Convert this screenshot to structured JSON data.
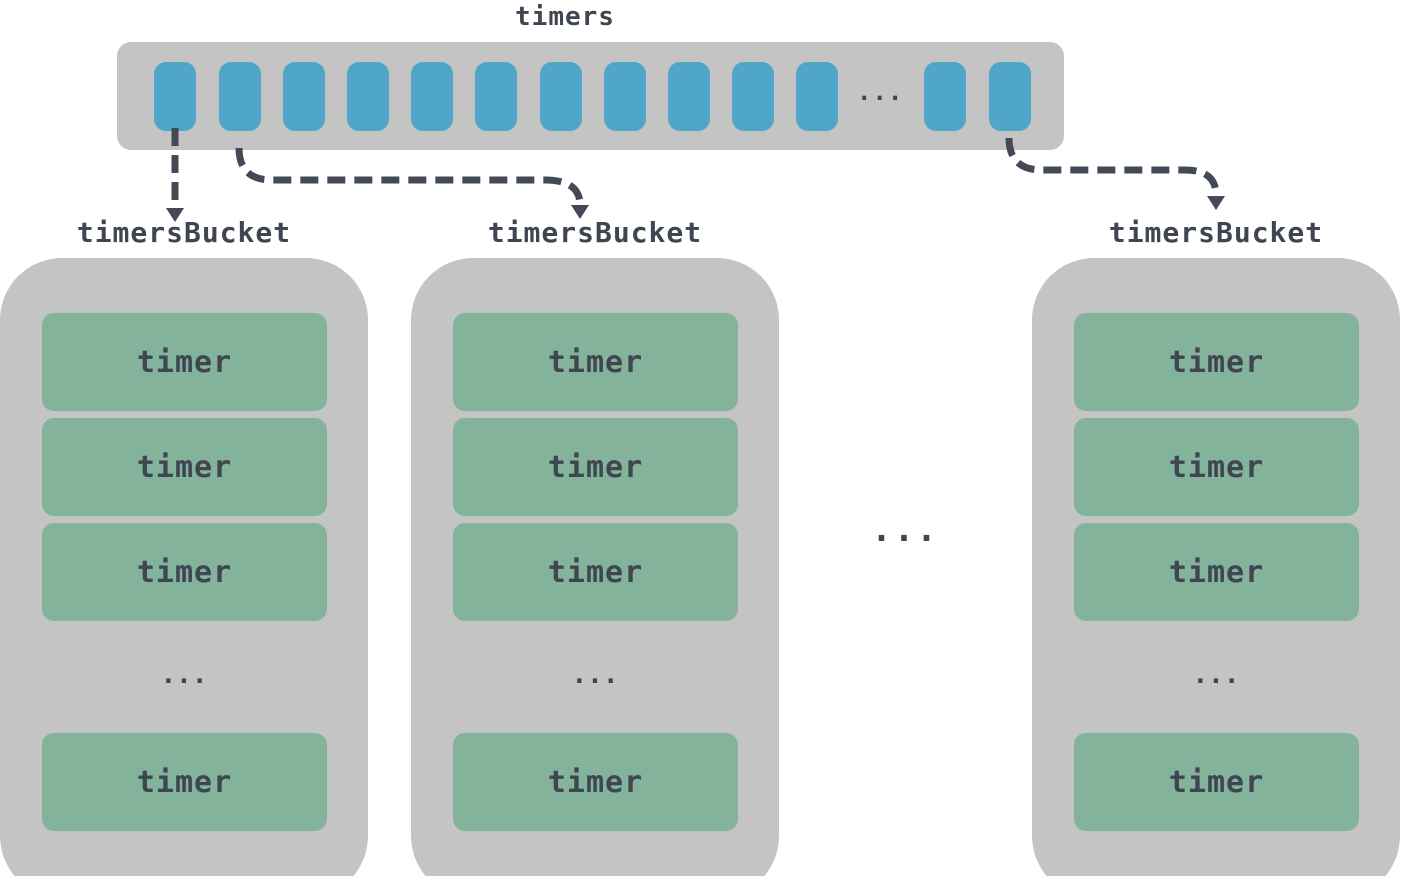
{
  "diagram": {
    "title": "timers",
    "bar_ellipsis": "...",
    "between_buckets_ellipsis": "...",
    "buckets": [
      {
        "label": "timersBucket",
        "timers": [
          "timer",
          "timer",
          "timer"
        ],
        "ellipsis": "...",
        "last_timer": "timer"
      },
      {
        "label": "timersBucket",
        "timers": [
          "timer",
          "timer",
          "timer"
        ],
        "ellipsis": "...",
        "last_timer": "timer"
      },
      {
        "label": "timersBucket",
        "timers": [
          "timer",
          "timer",
          "timer"
        ],
        "ellipsis": "...",
        "last_timer": "timer"
      }
    ],
    "colors": {
      "container_gray": "#c4c4c4",
      "slot_blue": "#4fa6c8",
      "timer_green": "#83b39b",
      "text_dark": "#3f4652",
      "arrow_dark": "#434a56"
    }
  }
}
